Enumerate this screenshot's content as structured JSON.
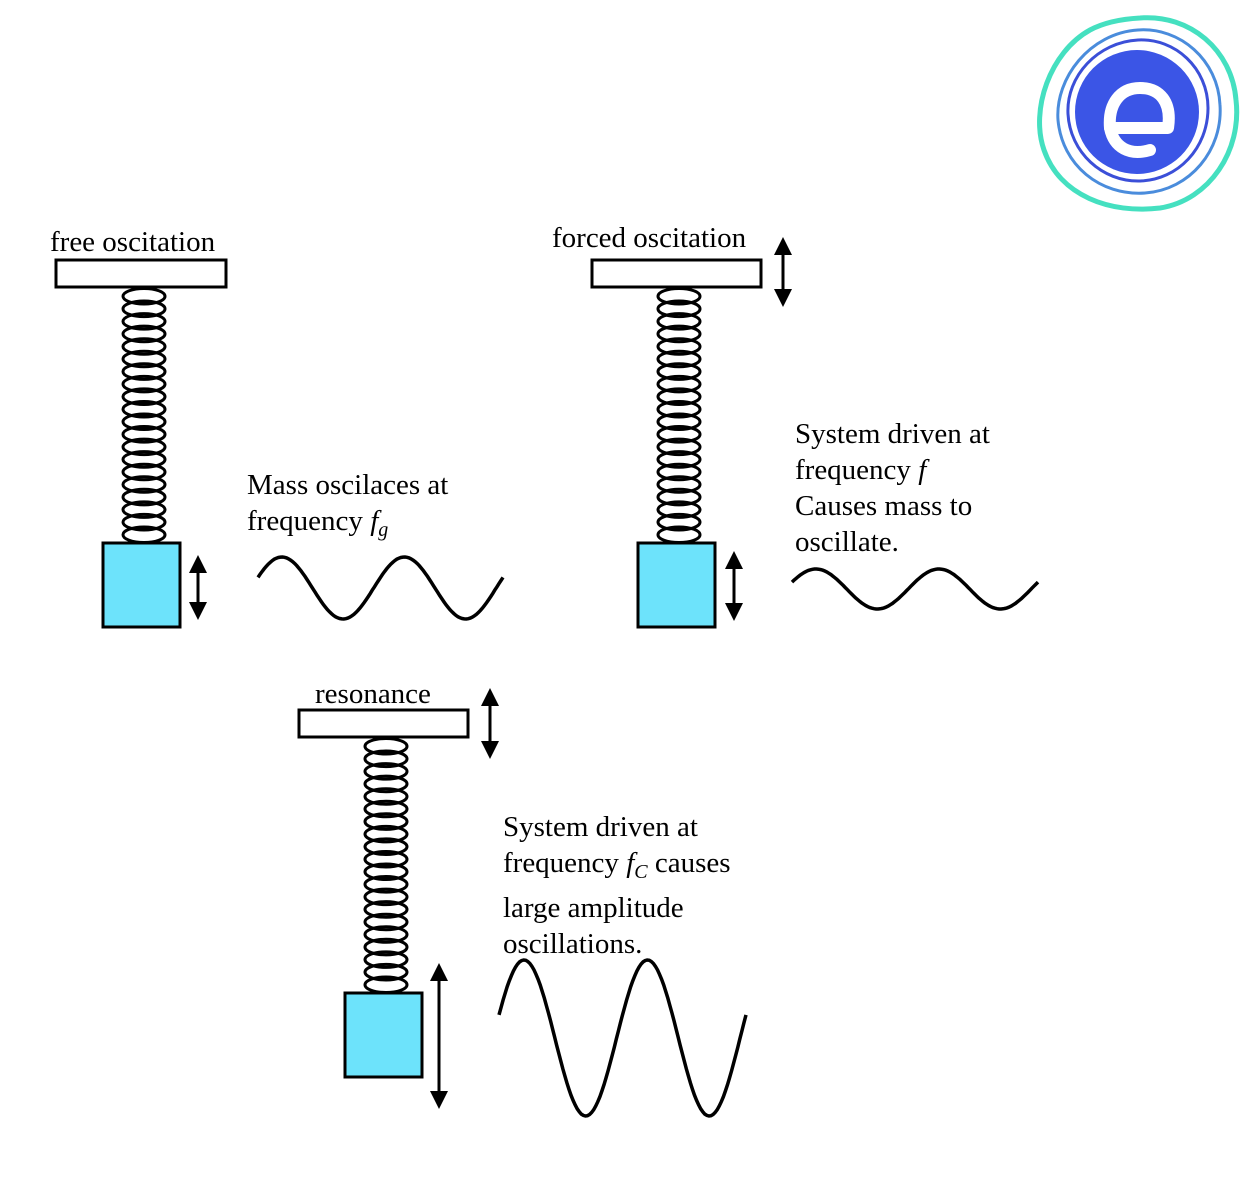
{
  "colors": {
    "mass_fill": "#6de3fb",
    "stroke": "#000000",
    "logo_outer": "#45e0c0",
    "logo_mid": "#4a8cdc",
    "logo_inner": "#3b4fd8",
    "logo_letter": "#ffffff"
  },
  "logo": {
    "icon": "e-logo-icon"
  },
  "panels": {
    "free": {
      "title": "free oscitation",
      "desc_line1": "Mass oscilaces at",
      "desc_line2_prefix": "frequency ",
      "desc_var": "f",
      "desc_sub": "g",
      "amplitude": "small"
    },
    "forced": {
      "title": "forced oscitation",
      "desc_line1": "System driven at",
      "desc_line2_prefix": "frequency ",
      "desc_var": "f",
      "desc_line3": "Causes mass to",
      "desc_line4": "oscillate.",
      "amplitude": "small"
    },
    "resonance": {
      "title": "resonance",
      "desc_line1": "System driven at",
      "desc_line2_prefix": "frequency ",
      "desc_var": "f",
      "desc_sub": "C",
      "desc_line2_suffix": " causes",
      "desc_line3": "large amplitude",
      "desc_line4": "oscillations.",
      "amplitude": "large"
    }
  }
}
